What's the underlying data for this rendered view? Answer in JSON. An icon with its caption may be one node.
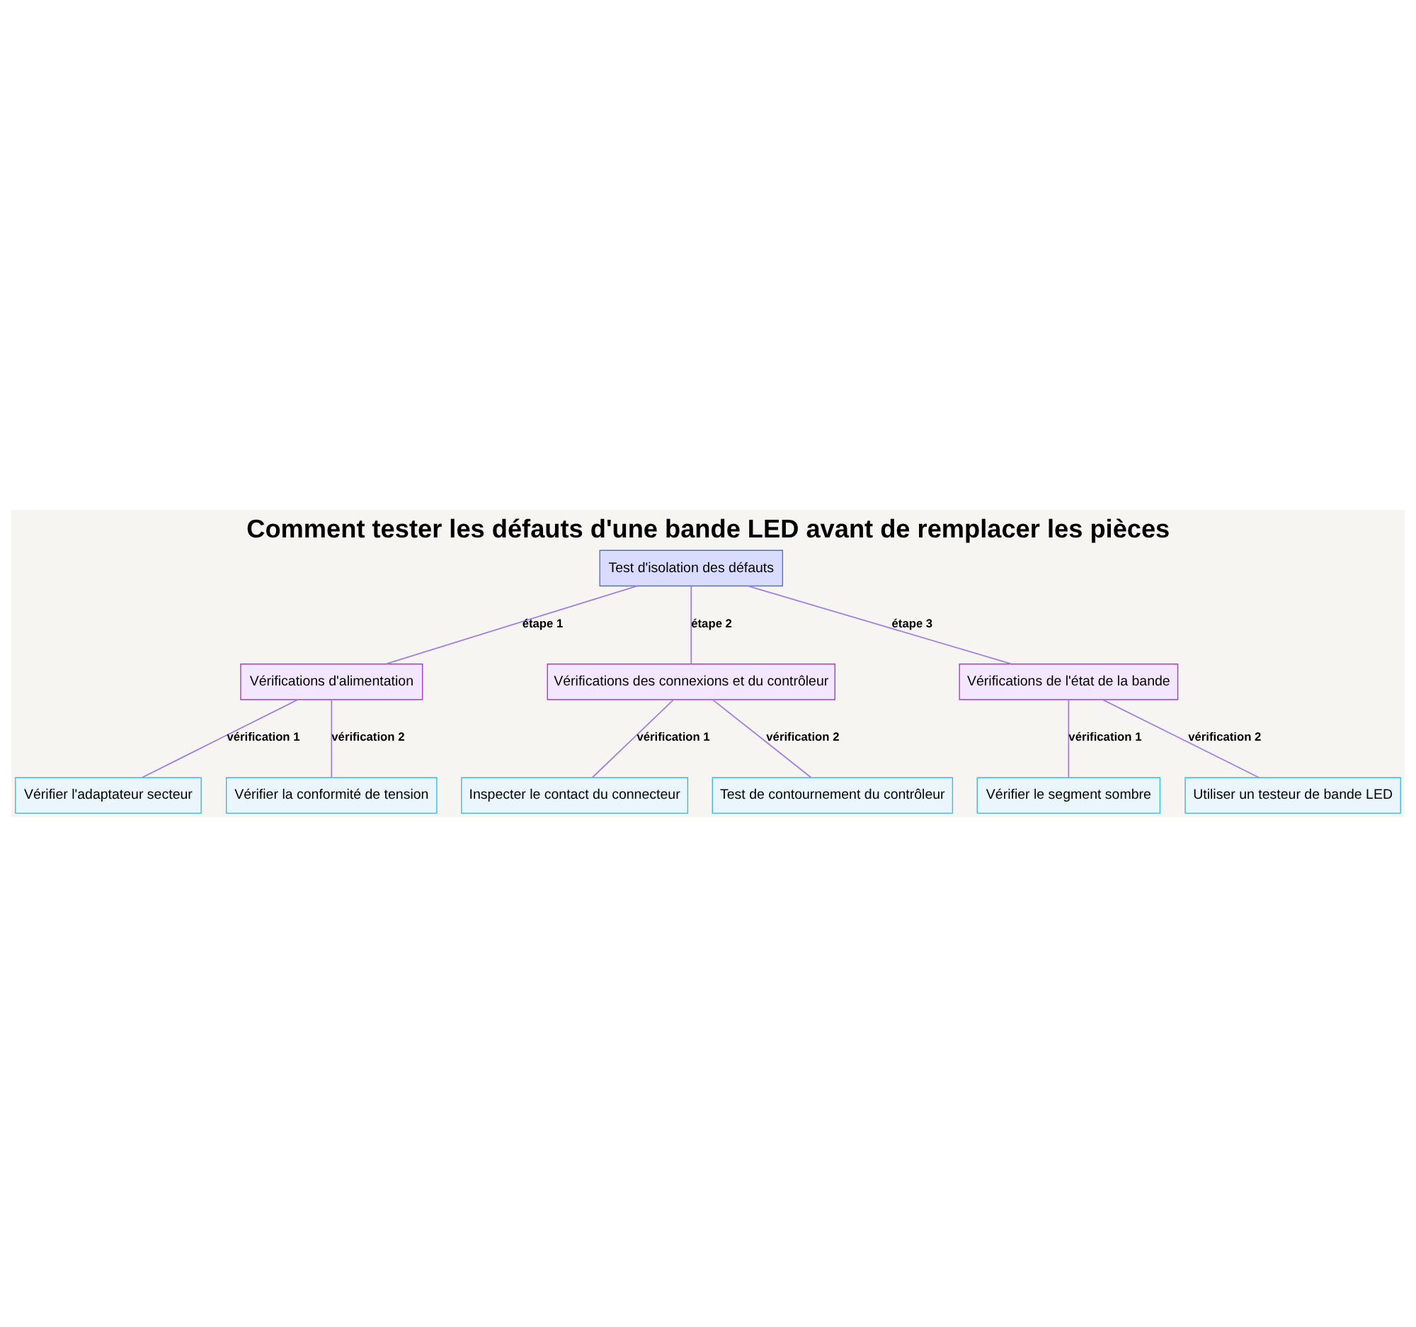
{
  "diagram": {
    "title": "Comment tester les défauts d'une bande LED avant de remplacer les pièces",
    "nodes": [
      {
        "text": [
          "Test d'isolation des défauts"
        ]
      },
      {
        "text": [
          "Vérifications d'alimentation"
        ]
      },
      {
        "text": [
          "Vérifications des connexions et du contrôleur"
        ]
      },
      {
        "text": [
          "Vérifications de l'état de la bande"
        ]
      },
      {
        "text": [
          "Vérifier l'adaptateur secteur"
        ]
      },
      {
        "text": [
          "Vérifier la conformité de tension"
        ]
      },
      {
        "text": [
          "Inspecter le contact du connecteur"
        ]
      },
      {
        "text": [
          "Test de contournement du contrôleur"
        ]
      },
      {
        "text": [
          "Vérifier le segment sombre"
        ]
      },
      {
        "text": [
          "Utiliser un testeur de bande LED"
        ]
      }
    ],
    "edges": [
      {
        "from": 0,
        "to": 1,
        "arrow": "none",
        "label": "étape 1"
      },
      {
        "from": 0,
        "to": 2,
        "arrow": "none",
        "label": "étape 2"
      },
      {
        "from": 0,
        "to": 3,
        "arrow": "none",
        "label": "étape 3"
      },
      {
        "from": 1,
        "to": 4,
        "arrow": "none",
        "label": "vérification 1"
      },
      {
        "from": 1,
        "to": 5,
        "arrow": "none",
        "label": "vérification 2"
      },
      {
        "from": 2,
        "to": 6,
        "arrow": "none",
        "label": "vérification 1"
      },
      {
        "from": 2,
        "to": 7,
        "arrow": "none",
        "label": "vérification 2"
      },
      {
        "from": 3,
        "to": 8,
        "arrow": "none",
        "label": "vérification 1"
      },
      {
        "from": 3,
        "to": 9,
        "arrow": "none",
        "label": "vérification 2"
      }
    ]
  }
}
